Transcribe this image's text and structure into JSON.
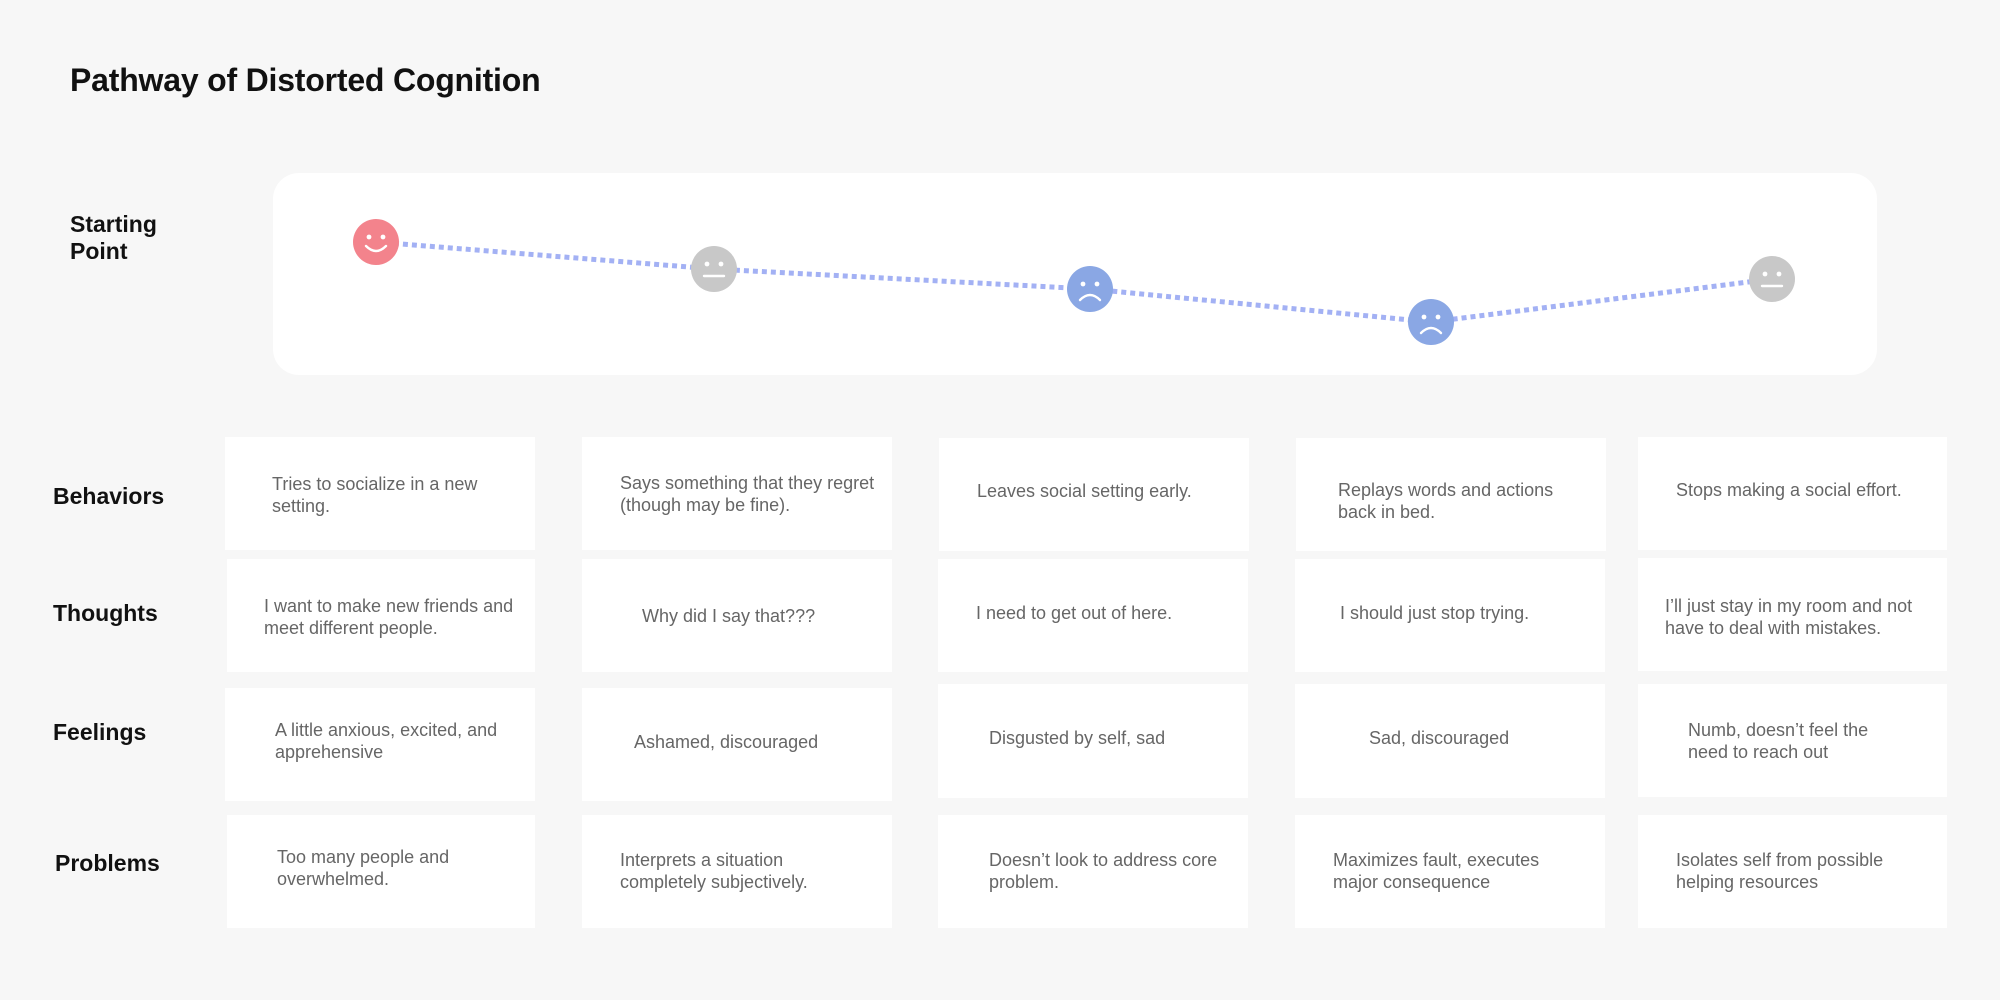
{
  "title": "Pathway of Distorted Cognition",
  "starting_point_label": "Starting Point",
  "row_labels": {
    "behaviors": "Behaviors",
    "thoughts": "Thoughts",
    "feelings": "Feelings",
    "problems": "Problems"
  },
  "journey": {
    "line_color": "#a3b1f4",
    "emotions": [
      {
        "mood": "happy",
        "color": "#f3838c",
        "icon": "smiling-face-icon"
      },
      {
        "mood": "neutral",
        "color": "#c8c8c8",
        "icon": "neutral-face-icon"
      },
      {
        "mood": "sad",
        "color": "#8aa7e4",
        "icon": "frowning-face-icon"
      },
      {
        "mood": "sad",
        "color": "#8aa7e4",
        "icon": "frowning-face-icon"
      },
      {
        "mood": "neutral",
        "color": "#c8c8c8",
        "icon": "neutral-face-icon"
      }
    ]
  },
  "rows": {
    "behaviors": [
      "Tries to socialize in a new setting.",
      "Says something that they regret (though may be fine).",
      "Leaves social setting early.",
      "Replays words and actions back in bed.",
      "Stops making a social effort."
    ],
    "thoughts": [
      "I want to make new friends and meet different people.",
      "Why did I say that???",
      "I need to get out of here.",
      "I should just stop trying.",
      "I’ll just stay in my room and not have to deal with mistakes."
    ],
    "feelings": [
      "A little anxious, excited, and apprehensive",
      "Ashamed, discouraged",
      "Disgusted by self, sad",
      "Sad, discouraged",
      "Numb, doesn’t feel the need to reach out"
    ],
    "problems": [
      "Too many people and overwhelmed.",
      "Interprets a situation completely subjectively.",
      "Doesn’t look to address core problem.",
      "Maximizes fault, executes major consequence",
      "Isolates self from possible helping resources"
    ]
  }
}
